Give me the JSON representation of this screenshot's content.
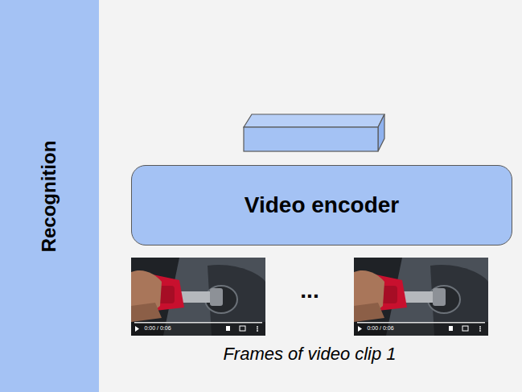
{
  "diagram": {
    "nodes": [
      {
        "text": [
          "Recognition"
        ]
      },
      {
        "text": [
          "Video encoder"
        ]
      }
    ],
    "labels": [
      "0:00 / 0:06",
      "...",
      "0:00 / 0:06",
      "Frames of video clip 1"
    ]
  }
}
